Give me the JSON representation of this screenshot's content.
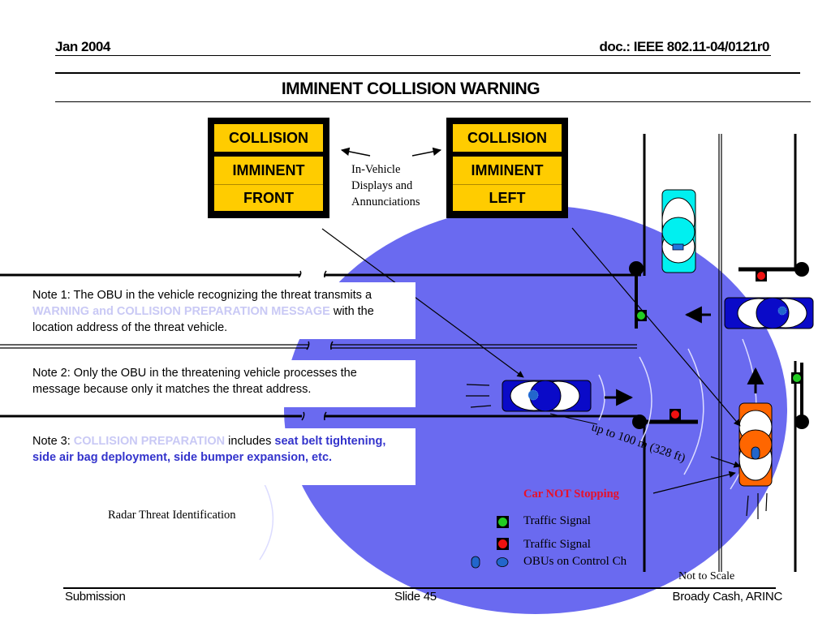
{
  "header": {
    "date": "Jan 2004",
    "doc_id": "doc.: IEEE 802.11-04/0121r0"
  },
  "slide_title": "IMMINENT COLLISION WARNING",
  "displays": [
    {
      "line1": "COLLISION",
      "line2": "IMMINENT",
      "line3": "FRONT"
    },
    {
      "line1": "COLLISION",
      "line2": "IMMINENT",
      "line3": "LEFT"
    }
  ],
  "display_caption": {
    "line1": "In-Vehicle",
    "line2": "Displays and",
    "line3": "Annunciations"
  },
  "notes": {
    "note1": {
      "prefix": "Note 1: The OBU in the vehicle recognizing the threat transmits a ",
      "highlight": "WARNING and COLLISION PREPARATION MESSAGE",
      "suffix": " with the location address of the threat vehicle."
    },
    "note2": {
      "text": "Note 2: Only the OBU in the threatening vehicle processes the message because only it matches the threat address."
    },
    "note3": {
      "prefix": "Note 3: ",
      "highlight": "COLLISION PREPARATION",
      "middle": " includes ",
      "emphasis": "seat belt tightening, side air bag deployment, side bumper expansion, etc."
    }
  },
  "diagram_labels": {
    "range": "up to 100 m (328 ft)",
    "car_not_stopping": "Car NOT Stopping",
    "radar": "Radar Threat Identification",
    "not_to_scale": "Not to Scale"
  },
  "legend": [
    {
      "icon": "green-traffic-signal-icon",
      "label": "Traffic Signal",
      "color": "#22cc22"
    },
    {
      "icon": "red-traffic-signal-icon",
      "label": "Traffic Signal",
      "color": "#ee1111"
    },
    {
      "icon": "obu-icon",
      "label": "OBUs on Control Ch",
      "color": "#2266cc"
    }
  ],
  "colors": {
    "zone": "#6a6af0",
    "sign_yellow": "#ffcc00",
    "car_blue": "#0a0ac8",
    "car_cyan": "#00f0f0",
    "car_orange": "#ff6600",
    "alert_red": "#e8102a"
  },
  "footer": {
    "left": "Submission",
    "center": "Slide 45",
    "right": "Broady Cash, ARINC"
  }
}
